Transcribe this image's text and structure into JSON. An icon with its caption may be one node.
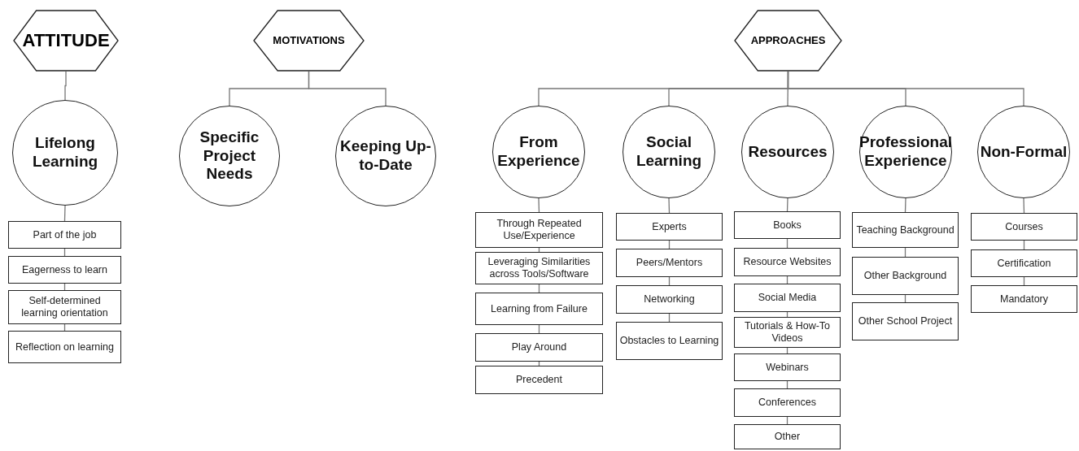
{
  "diagram": {
    "nodes": [
      {
        "text": [
          "ATTITUDE"
        ]
      },
      {
        "text": [
          "Lifelong Learning"
        ]
      },
      {
        "text": [
          "Part of the job"
        ]
      },
      {
        "text": [
          "Eagerness to learn"
        ]
      },
      {
        "text": [
          "Self-determined learning orientation"
        ]
      },
      {
        "text": [
          "Reflection on learning"
        ]
      },
      {
        "text": [
          "MOTIVATIONS"
        ]
      },
      {
        "text": [
          "Specific Project Needs"
        ]
      },
      {
        "text": [
          "Keeping Up-to-Date"
        ]
      },
      {
        "text": [
          "APPROACHES"
        ]
      },
      {
        "text": [
          "From Experience"
        ]
      },
      {
        "text": [
          "Social Learning"
        ]
      },
      {
        "text": [
          "Resources"
        ]
      },
      {
        "text": [
          "Professional Experience"
        ]
      },
      {
        "text": [
          "Non-Formal"
        ]
      },
      {
        "text": [
          "Through Repeated Use/Experience"
        ]
      },
      {
        "text": [
          "Leveraging Similarities across Tools/Software"
        ]
      },
      {
        "text": [
          "Learning from Failure"
        ]
      },
      {
        "text": [
          "Play Around"
        ]
      },
      {
        "text": [
          "Precedent"
        ]
      },
      {
        "text": [
          "Experts"
        ]
      },
      {
        "text": [
          "Peers/Mentors"
        ]
      },
      {
        "text": [
          "Networking"
        ]
      },
      {
        "text": [
          "Obstacles to Learning"
        ]
      },
      {
        "text": [
          "Books"
        ]
      },
      {
        "text": [
          "Resource Websites"
        ]
      },
      {
        "text": [
          "Social Media"
        ]
      },
      {
        "text": [
          "Tutorials & How-To Videos"
        ]
      },
      {
        "text": [
          "Webinars"
        ]
      },
      {
        "text": [
          "Conferences"
        ]
      },
      {
        "text": [
          "Other"
        ]
      },
      {
        "text": [
          "Teaching Background"
        ]
      },
      {
        "text": [
          "Other Background"
        ]
      },
      {
        "text": [
          "Other School Project"
        ]
      },
      {
        "text": [
          "Courses"
        ]
      },
      {
        "text": [
          "Certification"
        ]
      },
      {
        "text": [
          "Mandatory"
        ]
      }
    ],
    "edges": [
      {
        "from": 0,
        "to": 1,
        "arrow": "none"
      },
      {
        "from": 1,
        "to": 2,
        "arrow": "none"
      },
      {
        "from": 2,
        "to": 3,
        "arrow": "none"
      },
      {
        "from": 3,
        "to": 4,
        "arrow": "none"
      },
      {
        "from": 4,
        "to": 5,
        "arrow": "none"
      },
      {
        "from": 6,
        "to": 7,
        "arrow": "none"
      },
      {
        "from": 6,
        "to": 8,
        "arrow": "none"
      },
      {
        "from": 9,
        "to": 10,
        "arrow": "none"
      },
      {
        "from": 9,
        "to": 11,
        "arrow": "none"
      },
      {
        "from": 9,
        "to": 12,
        "arrow": "none"
      },
      {
        "from": 9,
        "to": 13,
        "arrow": "none"
      },
      {
        "from": 9,
        "to": 14,
        "arrow": "none"
      },
      {
        "from": 10,
        "to": 15,
        "arrow": "none"
      },
      {
        "from": 15,
        "to": 16,
        "arrow": "none"
      },
      {
        "from": 16,
        "to": 17,
        "arrow": "none"
      },
      {
        "from": 17,
        "to": 18,
        "arrow": "none"
      },
      {
        "from": 18,
        "to": 19,
        "arrow": "none"
      },
      {
        "from": 11,
        "to": 20,
        "arrow": "none"
      },
      {
        "from": 20,
        "to": 21,
        "arrow": "none"
      },
      {
        "from": 21,
        "to": 22,
        "arrow": "none"
      },
      {
        "from": 22,
        "to": 23,
        "arrow": "none"
      },
      {
        "from": 12,
        "to": 24,
        "arrow": "none"
      },
      {
        "from": 24,
        "to": 25,
        "arrow": "none"
      },
      {
        "from": 25,
        "to": 26,
        "arrow": "none"
      },
      {
        "from": 26,
        "to": 27,
        "arrow": "none"
      },
      {
        "from": 27,
        "to": 28,
        "arrow": "none"
      },
      {
        "from": 28,
        "to": 29,
        "arrow": "none"
      },
      {
        "from": 29,
        "to": 30,
        "arrow": "none"
      },
      {
        "from": 13,
        "to": 31,
        "arrow": "none"
      },
      {
        "from": 31,
        "to": 32,
        "arrow": "none"
      },
      {
        "from": 32,
        "to": 33,
        "arrow": "none"
      },
      {
        "from": 14,
        "to": 34,
        "arrow": "none"
      },
      {
        "from": 34,
        "to": 35,
        "arrow": "none"
      },
      {
        "from": 35,
        "to": 36,
        "arrow": "none"
      }
    ]
  }
}
